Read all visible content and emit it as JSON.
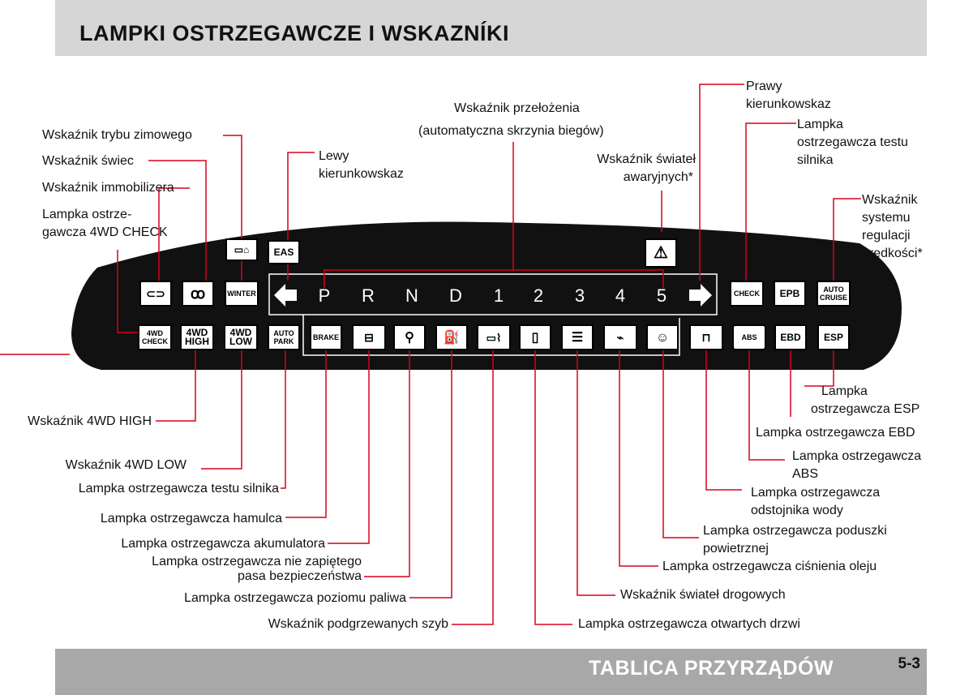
{
  "header": {
    "title": "LAMPKI OSTRZEGAWCZE I WSKAZNÍKI"
  },
  "footer": {
    "section": "TABLICA PRZYRZĄDÓW",
    "page": "5-3"
  },
  "indicators": {
    "winter": "WINTER",
    "eas": "EAS",
    "check4wd": "4WD\nCHECK",
    "high4wd": "4WD\nHIGH",
    "low4wd": "4WD\nLOW",
    "autopark": "AUTO\nPARK",
    "brake": "BRAKE",
    "epb": "EPB",
    "autocruise": "AUTO\nCRUISE",
    "ebd": "EBD",
    "esp": "ESP",
    "check": "CHECK",
    "abs": "ABS"
  },
  "gears": [
    "P",
    "R",
    "N",
    "D",
    "1",
    "2",
    "3",
    "4",
    "5"
  ],
  "labels": {
    "winter_mode": "Wskaźnik trybu zimowego",
    "glow": "Wskaźnik świec",
    "immobilizer": "Wskaźnik immobilizera",
    "check4wd_1": "Lampka ostrze-",
    "check4wd_2": "gawcza 4WD CHECK",
    "left_turn_1": "Lewy",
    "left_turn_2": "kierunkowskaz",
    "gear_1": "Wskaźnik przełożenia",
    "gear_2": "(automatyczna skrzynia biegów)",
    "hazard_1": "Wskaźnik świateł",
    "hazard_2": "awaryjnych*",
    "right_turn_1": "Prawy",
    "right_turn_2": "kierunkowskaz",
    "engine_check_top_1": "Lampka",
    "engine_check_top_2": "ostrzegawcza testu",
    "engine_check_top_3": "silnika",
    "cruise_1": "Wskaźnik",
    "cruise_2": "systemu",
    "cruise_3": "regulacji",
    "cruise_4": "prędkości*",
    "high4wd": "Wskaźnik 4WD HIGH",
    "low4wd": "Wskaźnik 4WD LOW",
    "engine_check": "Lampka ostrzegawcza testu silnika",
    "brake": "Lampka ostrzegawcza hamulca",
    "battery": "Lampka ostrzegawcza akumulatora",
    "seatbelt_1": "Lampka ostrzegawcza nie zapiętego",
    "seatbelt_2": "pasa bezpieczeństwa",
    "fuel": "Lampka ostrzegawcza poziomu paliwa",
    "defrost": "Wskaźnik podgrzewanych szyb",
    "esp_1": "Lampka",
    "esp_2": "ostrzegawcza ESP",
    "ebd": "Lampka ostrzegawcza EBD",
    "abs_1": "Lampka ostrzegawcza",
    "abs_2": "ABS",
    "water_1": "Lampka ostrzegawcza",
    "water_2": "odstojnika wody",
    "airbag_1": "Lampka ostrzegawcza poduszki",
    "airbag_2": "powietrznej",
    "oil": "Lampka ostrzegawcza ciśnienia oleju",
    "high_beam": "Wskaźnik świateł drogowych",
    "door": "Lampka ostrzegawcza otwartych drzwi"
  }
}
